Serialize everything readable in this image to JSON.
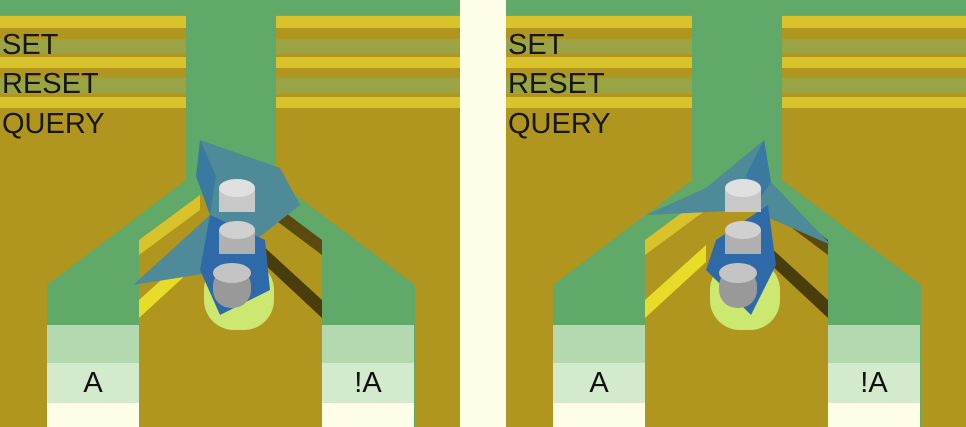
{
  "commands": [
    "SET",
    "RESET",
    "QUERY"
  ],
  "outputs": {
    "left": "A",
    "right": "!A"
  },
  "colors": {
    "background": "#fdfde8",
    "substrate": "#b0951f",
    "rail_yellow": "#d9c22a",
    "channel_green": "#60a968",
    "output_light": "#b4d8b0",
    "output_pale": "#d4eacc",
    "output_cream": "#fdfde8",
    "flap_blue": "#3a7aa0",
    "pin_grey": "#9a9a9a"
  },
  "panels": [
    {
      "id": "left",
      "flap_state": "tilted-left"
    },
    {
      "id": "right",
      "flap_state": "tilted-right"
    }
  ]
}
